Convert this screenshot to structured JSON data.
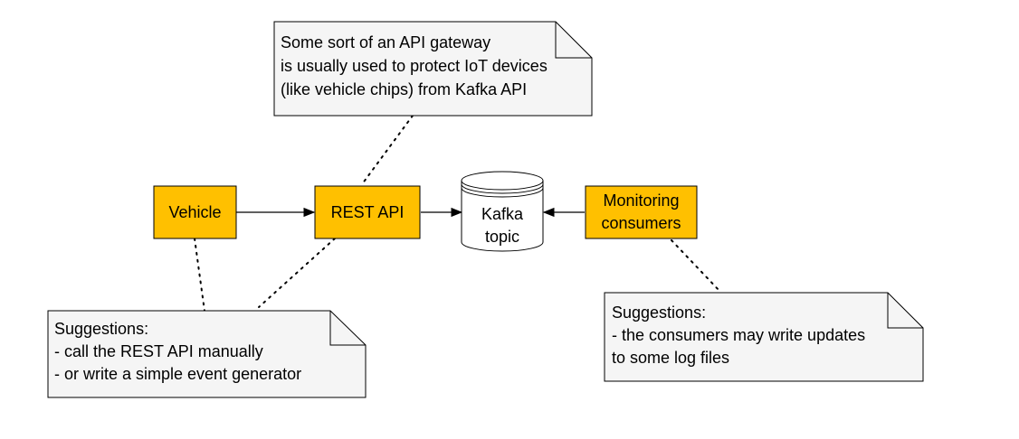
{
  "diagram": {
    "nodes": {
      "vehicle": {
        "label": "Vehicle",
        "fill": "#FFC000"
      },
      "rest_api": {
        "label": "REST API",
        "fill": "#FFC000"
      },
      "kafka_topic": {
        "lines": [
          "Kafka",
          "topic"
        ]
      },
      "monitoring": {
        "lines": [
          "Monitoring",
          "consumers"
        ],
        "fill": "#FFC000"
      }
    },
    "notes": {
      "gateway": {
        "lines": [
          "Some sort of an API gateway",
          "is usually used to protect IoT devices",
          "(like vehicle chips) from Kafka API"
        ]
      },
      "suggestions_producer": {
        "lines": [
          "Suggestions:",
          "- call the REST API manually",
          "- or write a simple event generator"
        ]
      },
      "suggestions_consumer": {
        "lines": [
          "Suggestions:",
          "- the consumers may write updates",
          "to some log files"
        ]
      }
    },
    "colors": {
      "node_fill": "#FFC000",
      "note_fill": "#F5F5F5",
      "stroke": "#000000"
    }
  }
}
